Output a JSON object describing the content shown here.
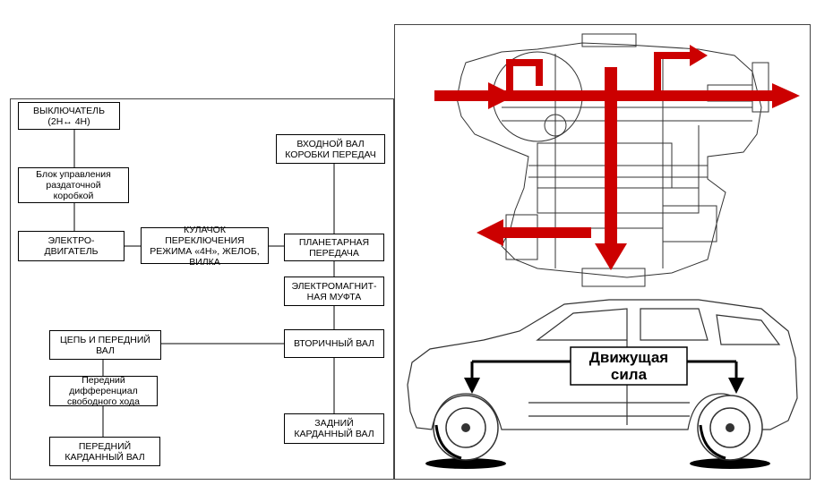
{
  "left_diagram": {
    "boxes": {
      "switch": "ВЫКЛЮЧАТЕЛЬ\n(2H↔ 4H)",
      "control_unit": "Блок управления\nраздаточной\nкоробкой",
      "motor": "ЭЛЕКТРО-\nДВИГАТЕЛЬ",
      "cam": "КУЛАЧОК ПЕРЕКЛЮЧЕНИЯ\nРЕЖИМА «4H», ЖЕЛОБ,\nВИЛКА",
      "input_shaft": "ВХОДНОЙ ВАЛ\nКОРОБКИ ПЕРЕДАЧ",
      "planetary": "ПЛАНЕТАРНАЯ\nПЕРЕДАЧА",
      "em_clutch": "ЭЛЕКТРОМАГНИТ-\nНАЯ МУФТА",
      "secondary_shaft": "ВТОРИЧНЫЙ ВАЛ",
      "chain_front_shaft": "ЦЕПЬ И ПЕРЕДНИЙ\nВАЛ",
      "front_diff": "Передний\nдифференциал\nсвободного хода",
      "front_cardan": "ПЕРЕДНИЙ\nКАРДАННЫЙ ВАЛ",
      "rear_cardan": "ЗАДНИЙ\nКАРДАННЫЙ ВАЛ"
    }
  },
  "right_illustration": {
    "driving_force_label": "Движущая\nсила",
    "arrow_color": "#cc0000",
    "icons": [
      "transfer-case-cutaway",
      "suv-outline"
    ]
  }
}
